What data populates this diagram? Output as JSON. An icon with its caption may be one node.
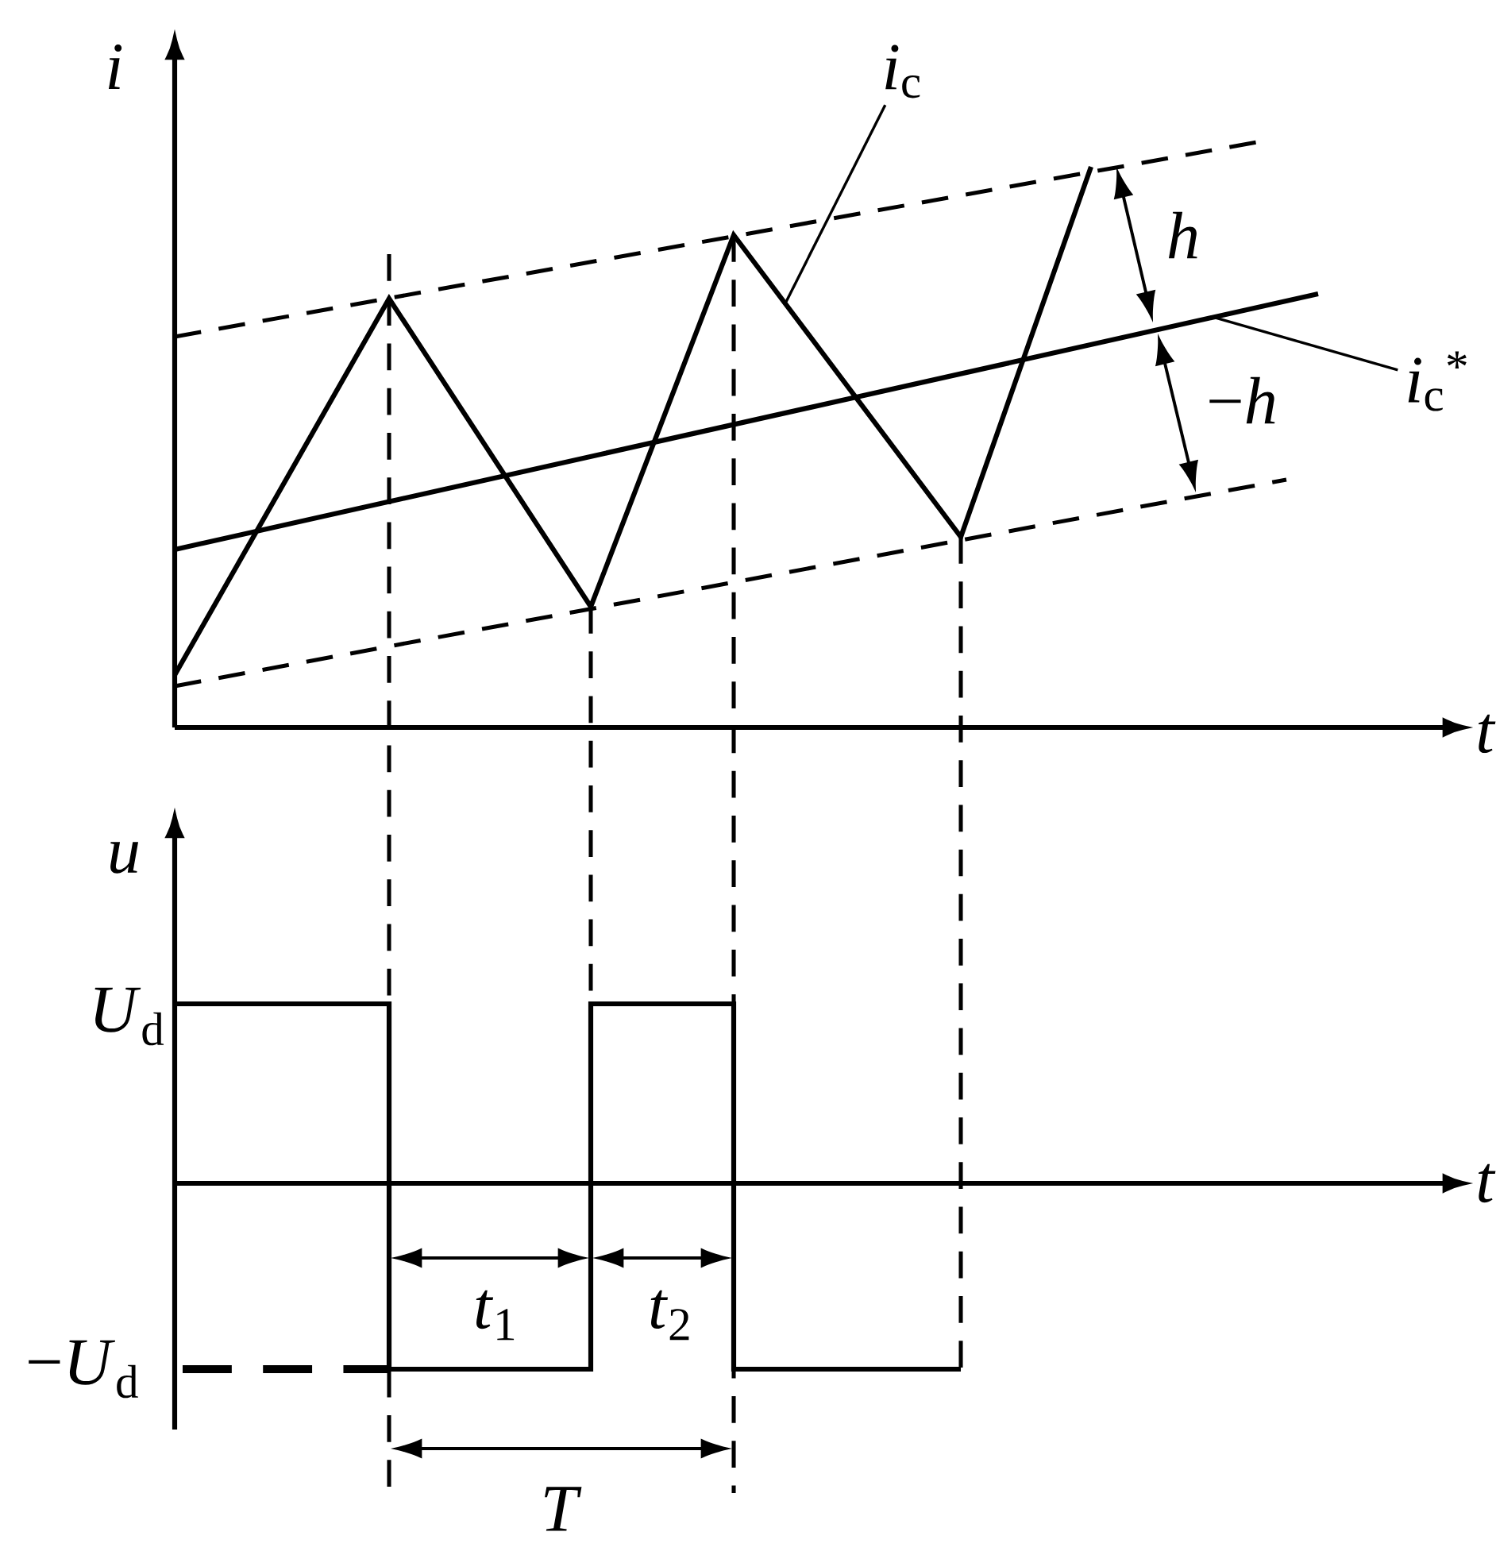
{
  "diagram": {
    "nodes": [
      {
        "text": [
          "*i*$_{c}$"
        ]
      },
      {
        "text": [
          "*i*$_{c}$$^{*}$"
        ]
      }
    ],
    "edges": [
      {
        "from": 0,
        "to": null,
        "arrow": "none"
      },
      {
        "from": 1,
        "to": null,
        "arrow": "none"
      }
    ],
    "labels": [
      "i",
      "h",
      "−*h*",
      "t",
      "u",
      "*U*$_{d}$",
      "t",
      "−*U*$_{d}$",
      "*t*$_{1}$",
      "*t*$_{2}$",
      "T"
    ]
  }
}
